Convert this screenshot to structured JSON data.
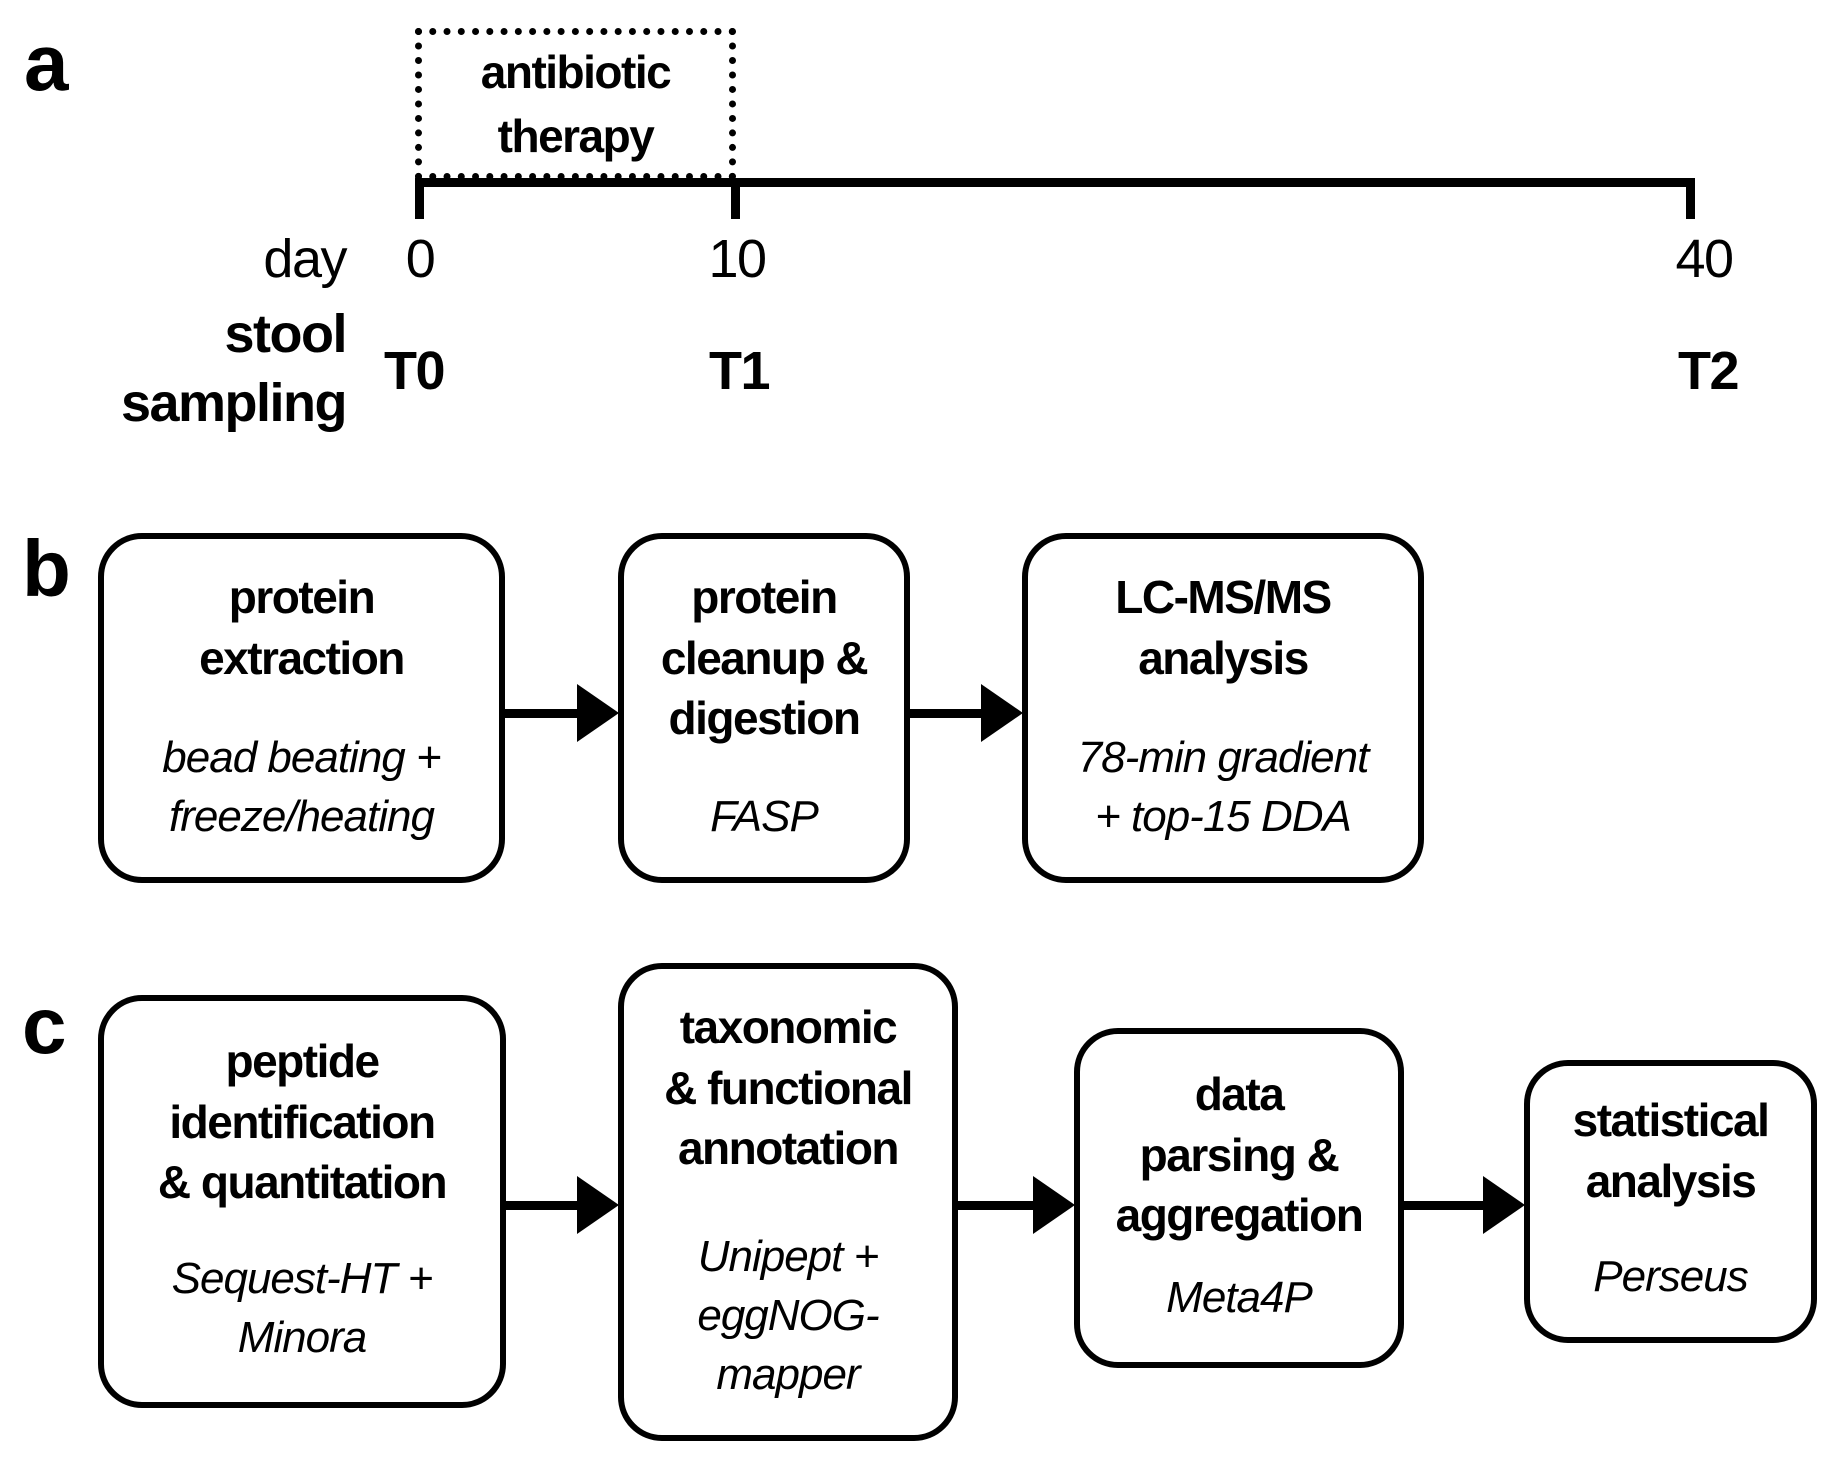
{
  "panel_a": {
    "label": "a",
    "therapy_box_label": "antibiotic\ntherapy",
    "axis_caption": "day",
    "sampling_caption": "stool\nsampling",
    "timepoints": [
      {
        "day": "0",
        "sample": "T0"
      },
      {
        "day": "10",
        "sample": "T1"
      },
      {
        "day": "40",
        "sample": "T2"
      }
    ]
  },
  "panel_b": {
    "label": "b",
    "steps": [
      {
        "title": "protein\nextraction",
        "method": "bead beating +\nfreeze/heating"
      },
      {
        "title": "protein\ncleanup &\ndigestion",
        "method": "FASP"
      },
      {
        "title": "LC-MS/MS\nanalysis",
        "method": "78-min gradient\n+ top-15 DDA"
      }
    ]
  },
  "panel_c": {
    "label": "c",
    "steps": [
      {
        "title": "peptide\nidentification\n& quantitation",
        "method": "Sequest-HT +\nMinora"
      },
      {
        "title": "taxonomic\n& functional\nannotation",
        "method": "Unipept +\neggNOG-\nmapper"
      },
      {
        "title": "data\nparsing &\naggregation",
        "method": "Meta4P"
      },
      {
        "title": "statistical\nanalysis",
        "method": "Perseus"
      }
    ]
  },
  "colors": {
    "ink": "#000000",
    "paper": "#ffffff"
  }
}
